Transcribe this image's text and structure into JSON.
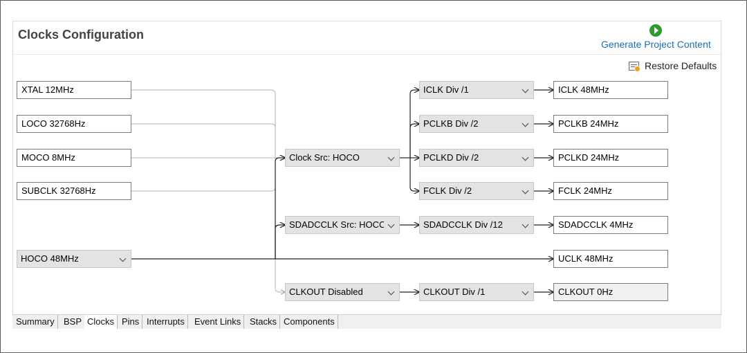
{
  "header": {
    "title": "Clocks Configuration",
    "generate_label": "Generate Project Content",
    "restore_label": "Restore Defaults",
    "generate_icon": "play-circle-icon",
    "restore_icon": "restore-defaults-icon",
    "accent_color": "#2f9a2f",
    "link_color": "#1f6fb3"
  },
  "sources": {
    "xtal": "XTAL 12MHz",
    "loco": "LOCO 32768Hz",
    "moco": "MOCO 8MHz",
    "subclk": "SUBCLK 32768Hz",
    "hoco": "HOCO 48MHz"
  },
  "selectors": {
    "clock_src": "Clock Src: HOCO",
    "sdadcclk_src": "SDADCCLK Src: HOCO",
    "clkout_src": "CLKOUT Disabled"
  },
  "dividers": {
    "iclk": "ICLK Div /1",
    "pclkb": "PCLKB Div /2",
    "pclkd": "PCLKD Div /2",
    "fclk": "FCLK Div /2",
    "sdadcclk": "SDADCCLK Div /12",
    "clkout": "CLKOUT Div /1"
  },
  "outputs": {
    "iclk": "ICLK 48MHz",
    "pclkb": "PCLKB 24MHz",
    "pclkd": "PCLKD 24MHz",
    "fclk": "FCLK 24MHz",
    "sdadcclk": "SDADCCLK 4MHz",
    "uclk": "UCLK 48MHz",
    "clkout": "CLKOUT 0Hz"
  },
  "tabs": [
    "Summary",
    "BSP",
    "Clocks",
    "Pins",
    "Interrupts",
    "Event Links",
    "Stacks",
    "Components"
  ],
  "active_tab": "Clocks"
}
